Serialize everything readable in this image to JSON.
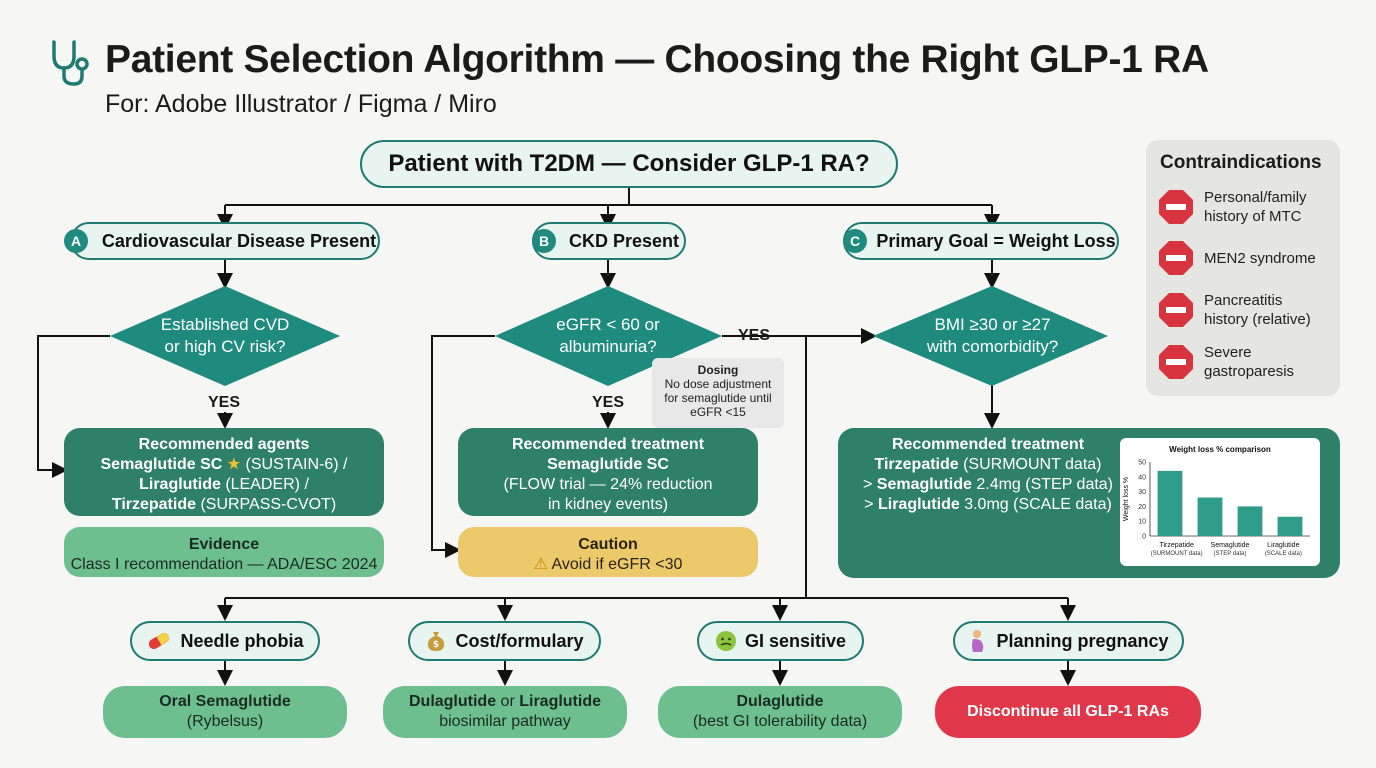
{
  "header": {
    "title": "Patient Selection Algorithm — Choosing the Right GLP-1 RA",
    "subtitle": "For: Adobe Illustrator / Figma / Miro"
  },
  "start": {
    "label": "Patient with T2DM — Consider GLP-1 RA?"
  },
  "branches": [
    {
      "badge": "A",
      "label": "Cardiovascular Disease Present"
    },
    {
      "badge": "B",
      "label": "CKD Present"
    },
    {
      "badge": "C",
      "label": "Primary Goal = Weight Loss"
    }
  ],
  "decisions": {
    "a": {
      "line1": "Established CVD",
      "line2": "or high CV risk?",
      "yes": "YES"
    },
    "b": {
      "line1": "eGFR < 60 or",
      "line2": "albuminuria?",
      "yes": "YES",
      "side_yes": "YES"
    },
    "c": {
      "line1": "BMI ≥30 or ≥27",
      "line2": "with comorbidity?"
    }
  },
  "dosing": {
    "title": "Dosing",
    "line1": "No dose adjustment",
    "line2": "for semaglutide until",
    "line3": "eGFR <15"
  },
  "rec_a": {
    "title": "Recommended agents",
    "l1_bold": "Semaglutide SC",
    "l1_rest": " (SUSTAIN-6) /",
    "l2_bold": "Liraglutide",
    "l2_rest": " (LEADER) /",
    "l3_bold": "Tirzepatide",
    "l3_rest": " (SURPASS-CVOT)"
  },
  "evidence": {
    "title": "Evidence",
    "text": "Class I recommendation — ADA/ESC 2024"
  },
  "rec_b": {
    "title": "Recommended treatment",
    "drug": "Semaglutide SC",
    "line1": "(FLOW trial — 24% reduction",
    "line2": "in kidney events)"
  },
  "caution": {
    "title": "Caution",
    "icon": "⚠",
    "text": "Avoid if eGFR <30"
  },
  "rec_c": {
    "title": "Recommended treatment",
    "l1_bold": "Tirzepatide",
    "l1_rest": " (SURMOUNT data)",
    "l2_prefix": "> ",
    "l2_bold": "Semaglutide",
    "l2_rest": " 2.4mg (STEP data)",
    "l3_prefix": "> ",
    "l3_bold": "Liraglutide",
    "l3_rest": " 3.0mg (SCALE data)"
  },
  "chart_data": {
    "type": "bar",
    "title": "Weight loss % comparison",
    "ylabel": "Weight loss %",
    "ylim": [
      0,
      50
    ],
    "yticks": [
      0,
      10,
      20,
      30,
      40,
      50
    ],
    "categories": [
      "Tirzepatide",
      "Semaglutide",
      "Liraglutide"
    ],
    "sublabels": [
      "(SURMOUNT data)",
      "(STEP data)",
      "(SCALE data)"
    ],
    "values": [
      44,
      26,
      20,
      13
    ],
    "bar_color": "#2f9c8a"
  },
  "contraindications": {
    "title": "Contraindications",
    "items": [
      {
        "line1": "Personal/family",
        "line2": "history of MTC"
      },
      {
        "line1": "MEN2 syndrome",
        "line2": ""
      },
      {
        "line1": "Pancreatitis",
        "line2": "history (relative)"
      },
      {
        "line1": "Severe",
        "line2": "gastroparesis"
      }
    ]
  },
  "bottom": [
    {
      "icon": "pill-icon",
      "label": "Needle phobia",
      "result_bold": "Oral Semaglutide",
      "result_rest": "",
      "result_line2": "(Rybelsus)"
    },
    {
      "icon": "money-bag-icon",
      "label": "Cost/formulary",
      "result_bold": "Dulaglutide",
      "result_rest": " or ",
      "result_bold2": "Liraglutide",
      "result_line2": "biosimilar pathway"
    },
    {
      "icon": "nauseated-face-icon",
      "label": "GI sensitive",
      "result_bold": "Dulaglutide",
      "result_rest": "",
      "result_line2": "(best GI tolerability data)"
    },
    {
      "icon": "pregnant-woman-icon",
      "label": "Planning pregnancy",
      "result_bold": "Discontinue all GLP-1 RAs",
      "result_rest": "",
      "result_line2": ""
    }
  ],
  "colors": {
    "teal_dark": "#1e7a72",
    "teal_rec": "#2f8068",
    "green_light": "#6dbf8f",
    "caution": "#ecc96a",
    "danger": "#e0384a"
  }
}
